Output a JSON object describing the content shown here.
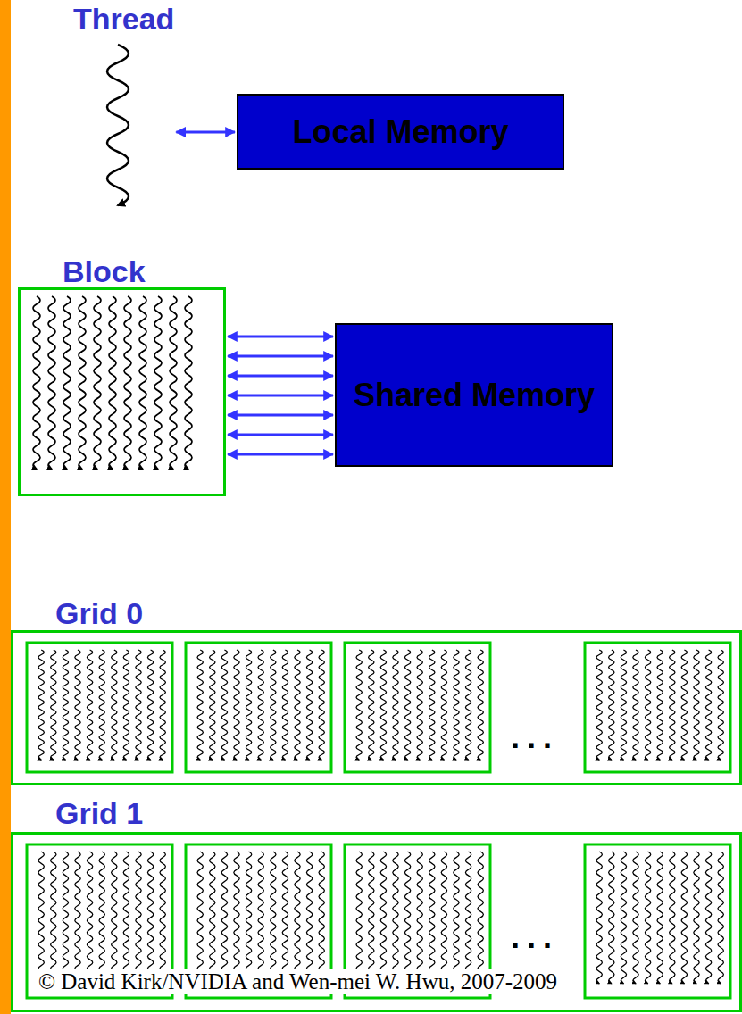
{
  "diagram": {
    "nodes": [
      {
        "text": [
          "Thread"
        ]
      },
      {
        "text": [
          "Local Memory"
        ]
      },
      {
        "text": [
          "Block"
        ]
      },
      {
        "text": [
          "Shared Memory"
        ]
      },
      {
        "text": [
          "Grid 0",
          "..."
        ]
      },
      {
        "text": [
          "Grid 1",
          "..."
        ]
      }
    ],
    "edges": [
      {
        "from": 0,
        "to": 1,
        "arrow": "both"
      },
      {
        "from": 2,
        "to": 3,
        "arrow": "both"
      },
      {
        "from": 2,
        "to": 3,
        "arrow": "both"
      },
      {
        "from": 2,
        "to": 3,
        "arrow": "both"
      },
      {
        "from": 2,
        "to": 3,
        "arrow": "both"
      },
      {
        "from": 2,
        "to": 3,
        "arrow": "both"
      },
      {
        "from": 2,
        "to": 3,
        "arrow": "both"
      },
      {
        "from": 2,
        "to": 3,
        "arrow": "both"
      }
    ],
    "labels": [
      "© David Kirk/NVIDIA and Wen-mei W. Hwu, 2007-2009"
    ]
  }
}
